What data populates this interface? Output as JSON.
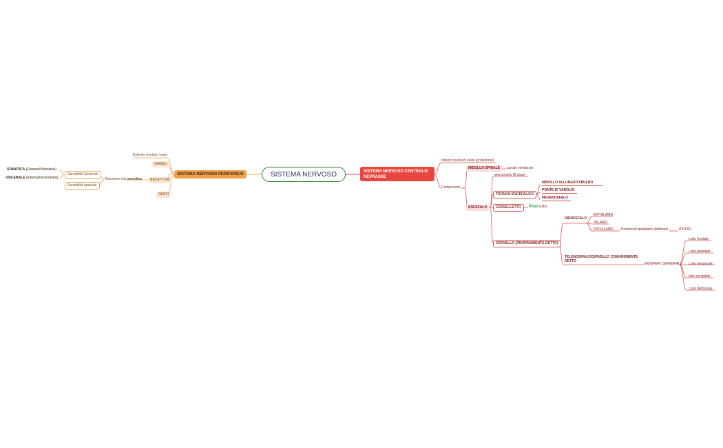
{
  "root": {
    "label": "SISTEMA NERVOSO"
  },
  "left": {
    "title": "SISTEMA NERVOSO PERIFERICO",
    "esterno": "Esterno involucri ossei",
    "gangli": "GANGLI",
    "recettori": "RECETTORI",
    "nervi": "NERVI",
    "ricezione": "Ricezione info ",
    "sensitive": "sensitive",
    "sens_generale": "Sensibilità Generale",
    "sens_speciale": "Sensibilità speciale",
    "somatica": "SOMATICA",
    "somatica_note": " (Esterna/Volontaria)",
    "viscerale": "VISCERALE",
    "viscerale_note": " (Interna/Involontaria)"
  },
  "right": {
    "title": "SISTEMA NERVOSO CENTRALE/ NEVRASSE",
    "interno": "Interno involucri ossei (protezione)",
    "componenti": "Componenti",
    "midollo_spinale": "MIDOLLO SPINALE",
    "canale": "canale vertebrale",
    "encefalo": "ENCEFALO",
    "neurocranio": "neurocranio (8 ossa)",
    "tronco": "TRONCO ENCEFALICO",
    "midollo_allungato": "MIDOLLO ALLUNGATO/BULBO",
    "ponte": "PONTE DI VAROLIO",
    "mesencefalo": "MESENCEFALO",
    "cervelletto": "CERVELLETTO",
    "post": "Post",
    "bulbo": " bulbo",
    "cervello": "CERVELLO (PROPRIAMENTE DETTO)",
    "diencefalo": "DIENCEFALO",
    "epitalamo": "EPITALAMO",
    "talamo": "TALAMO",
    "ipotalamo": "IPOTALAMO",
    "peduncolo": "Peduncolo ipotalamo-ipofisario",
    "ipofisi": "IPOFISI",
    "telencefalo": "TELENCEFALO/CERVELLO COMUNEMENTE DETTO",
    "emisferi": "EMISFERI CEREBRALI",
    "lobi": [
      "Lobo frontale",
      "Lobo parietale",
      "Lobo temporale",
      "lobo occipitale",
      "Lobo dell'insula"
    ]
  },
  "colors": {
    "orange": "#f0a04b",
    "red": "#e8463f",
    "green": "#2e7d32",
    "post": "#1e9e4a"
  }
}
